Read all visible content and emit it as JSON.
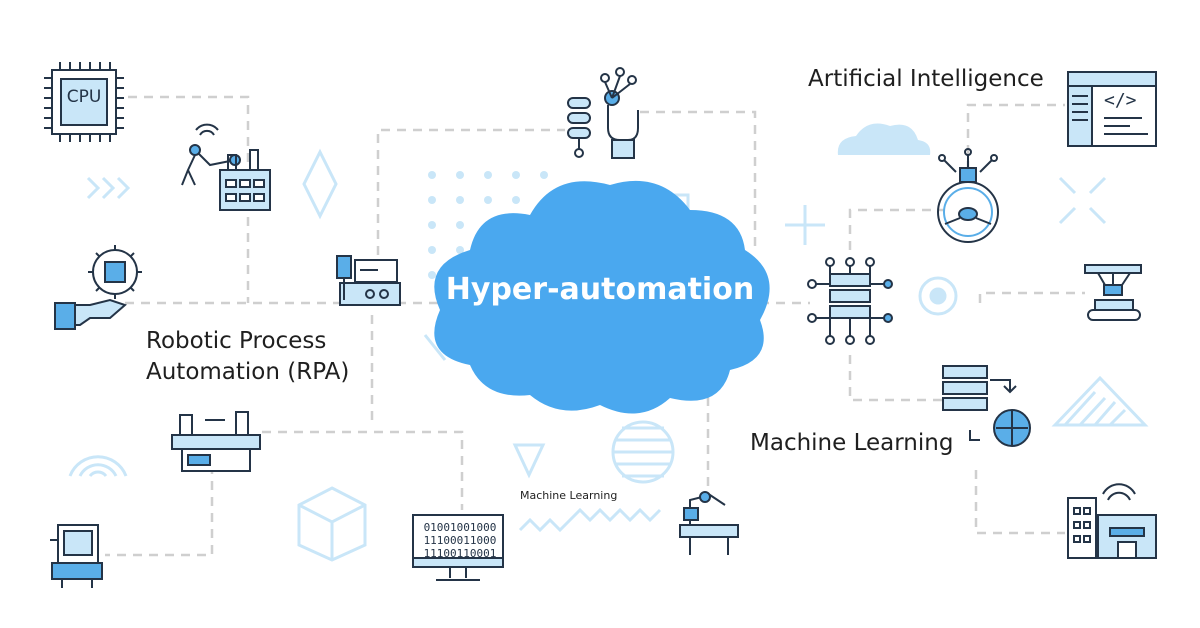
{
  "hub": {
    "title": "Hyper-automation"
  },
  "labels": {
    "artificial_intelligence": "Artificial Intelligence",
    "rpa_line1": "Robotic Process",
    "rpa_line2": "Automation (RPA)",
    "machine_learning": "Machine Learning",
    "machine_learning_small": "Machine Learning"
  },
  "icons": {
    "cpu": "CPU",
    "binary": [
      "01001001000",
      "11100011000",
      "11100110001"
    ],
    "code_window": "</>"
  },
  "colors": {
    "cloud": "#4aa8ef",
    "accent_blue": "#5aaee8",
    "light_blue": "#c9e6f8",
    "navy": "#243447",
    "dash": "#cfcfcf"
  }
}
